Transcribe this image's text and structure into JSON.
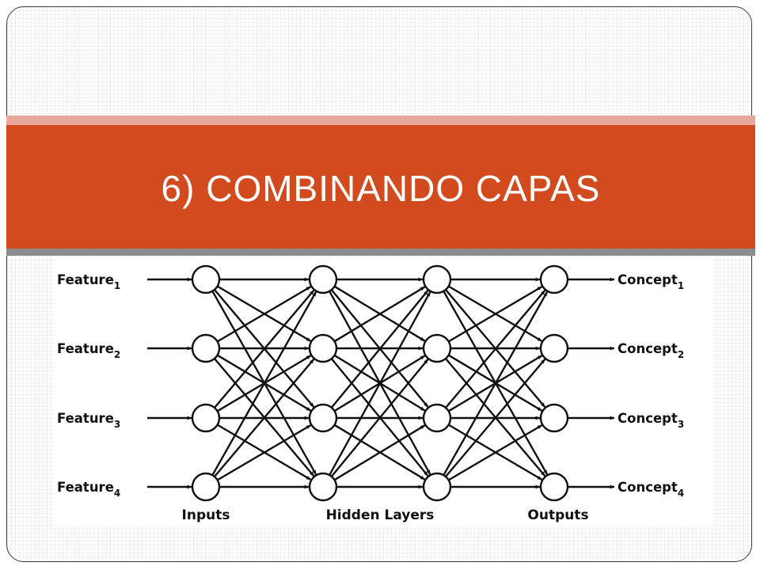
{
  "slide": {
    "title": "6) COMBINANDO CAPAS"
  },
  "diagram": {
    "feature_labels": [
      {
        "base": "Feature",
        "sub": "1"
      },
      {
        "base": "Feature",
        "sub": "2"
      },
      {
        "base": "Feature",
        "sub": "3"
      },
      {
        "base": "Feature",
        "sub": "4"
      }
    ],
    "concept_labels": [
      {
        "base": "Concept",
        "sub": "1"
      },
      {
        "base": "Concept",
        "sub": "2"
      },
      {
        "base": "Concept",
        "sub": "3"
      },
      {
        "base": "Concept",
        "sub": "4"
      }
    ],
    "layer_captions": {
      "inputs": "Inputs",
      "hidden": "Hidden Layers",
      "outputs": "Outputs"
    }
  }
}
